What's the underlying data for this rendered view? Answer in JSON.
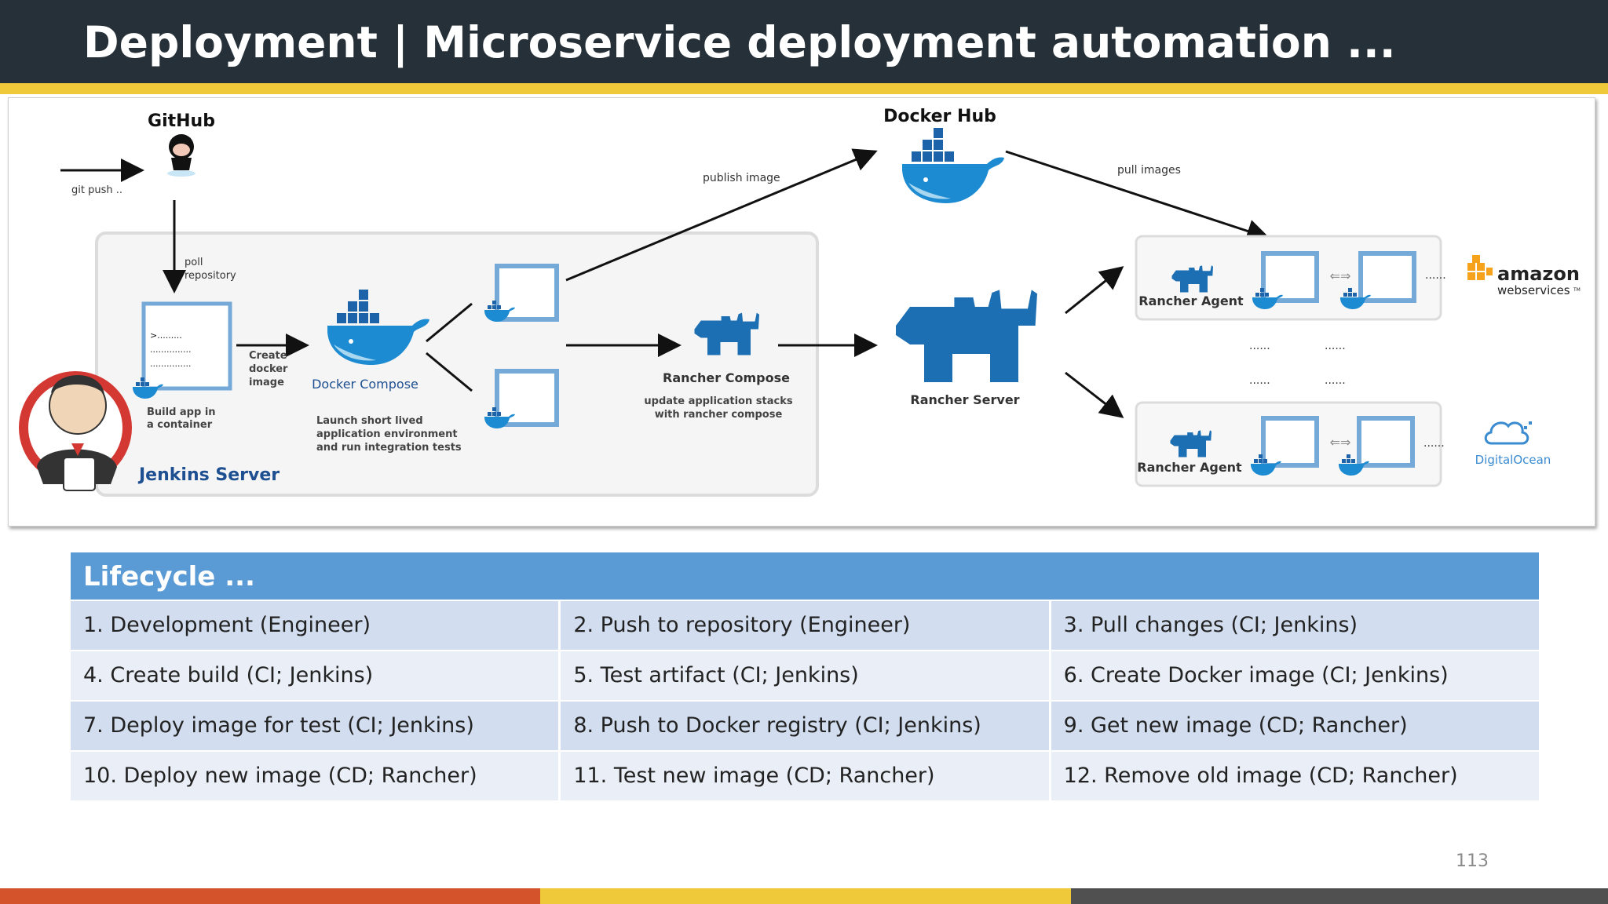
{
  "header": {
    "title": "Deployment | Microservice deployment automation ..."
  },
  "colors": {
    "header_bg": "#263038",
    "accent_yellow": "#f0c93b",
    "table_header": "#5b9bd5",
    "row_dark": "#d2deef",
    "row_light": "#eaeff7",
    "docker_blue": "#1d63a9",
    "footer_red": "#d5532b",
    "footer_yellow": "#f0c93b",
    "footer_gray": "#505050"
  },
  "diagram": {
    "github": {
      "label": "GitHub",
      "icon": "octocat-icon"
    },
    "git_push": "git push ..",
    "poll_repository": [
      "poll",
      "repository"
    ],
    "jenkins": {
      "label": "Jenkins Server",
      "icon": "jenkins-butler-icon"
    },
    "build_app": [
      "Build app in",
      "a container"
    ],
    "terminal_lines": [
      ">.........",
      "...............",
      "..............."
    ],
    "create_docker_image": [
      "Create",
      "docker",
      "image"
    ],
    "docker_compose": {
      "label": "Docker Compose",
      "desc": [
        "Launch short lived",
        "application environment",
        "and run integration tests"
      ]
    },
    "publish_image": "publish image",
    "docker_hub": {
      "label": "Docker Hub"
    },
    "pull_images": "pull images",
    "rancher_compose": {
      "label": "Rancher Compose",
      "desc": [
        "update application stacks",
        "with rancher compose"
      ]
    },
    "rancher_server": {
      "label": "Rancher Server"
    },
    "rancher_agent_top": "Rancher Agent",
    "rancher_agent_bottom": "Rancher Agent",
    "dots": "......",
    "amazon": {
      "name": "amazon",
      "sub": "webservices",
      "tm": "TM"
    },
    "digitalocean": "DigitalOcean"
  },
  "lifecycle": {
    "title": "Lifecycle ...",
    "rows": [
      [
        "1. Development (Engineer)",
        "2. Push to repository (Engineer)",
        "3. Pull changes (CI; Jenkins)"
      ],
      [
        "4. Create build (CI; Jenkins)",
        "5. Test artifact (CI; Jenkins)",
        "6. Create Docker image (CI; Jenkins)"
      ],
      [
        "7. Deploy image for test (CI; Jenkins)",
        "8. Push to Docker registry (CI; Jenkins)",
        "9. Get new image (CD; Rancher)"
      ],
      [
        "10. Deploy new image (CD; Rancher)",
        "11. Test new image (CD; Rancher)",
        "12. Remove old image (CD; Rancher)"
      ]
    ]
  },
  "page_number": "113"
}
